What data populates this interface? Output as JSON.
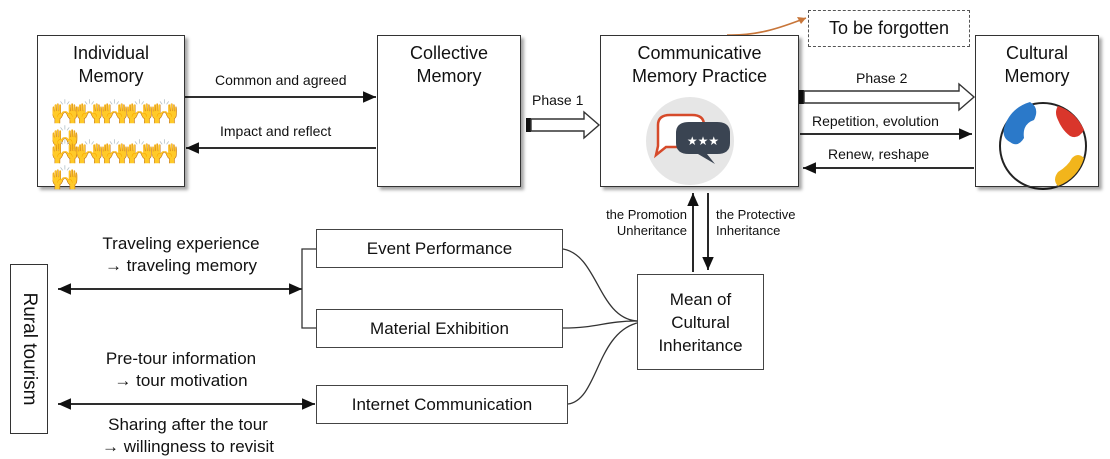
{
  "boxes": {
    "individual": {
      "line1": "Individual",
      "line2": "Memory"
    },
    "collective": {
      "line1": "Collective",
      "line2": "Memory"
    },
    "communicative": {
      "line1": "Communicative",
      "line2": "Memory Practice"
    },
    "cultural": {
      "line1": "Cultural",
      "line2": "Memory"
    },
    "forgotten": "To be forgotten"
  },
  "arrows": {
    "common_agreed": "Common and agreed",
    "impact_reflect": "Impact and reflect",
    "phase1": "Phase 1",
    "phase2": "Phase 2",
    "repetition": "Repetition, evolution",
    "renew": "Renew, reshape",
    "promotion_1": "the Promotion",
    "promotion_2": "Unheritance",
    "protective_1": "the Protective",
    "protective_2": "Inheritance"
  },
  "lower": {
    "rural_tourism": "Rural tourism",
    "event_performance": "Event Performance",
    "material_exhibition": "Material Exhibition",
    "internet_communication": "Internet Communication",
    "mean_1": "Mean of",
    "mean_2": "Cultural",
    "mean_3": "Inheritance",
    "traveling_1": "Traveling experience",
    "traveling_2": "→ traveling memory",
    "pretour_1": "Pre-tour information",
    "pretour_2": "→ tour motivation",
    "sharing_1": "Sharing after the tour",
    "sharing_2": "→ willingness to revisit"
  },
  "icons": {
    "people_row": "🙌🙌🙌🙌🙌🙌"
  },
  "colors": {
    "accent_orange": "#c8763a",
    "chat_red": "#d64a2a",
    "chat_dark": "#3a4452"
  }
}
